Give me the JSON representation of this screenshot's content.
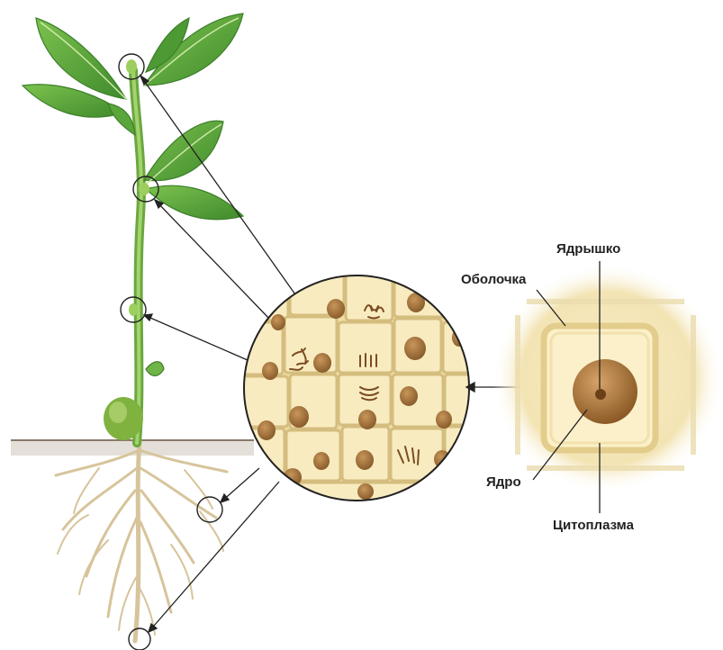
{
  "labels": {
    "nucleolus": "Ядрышко",
    "membrane": "Оболочка",
    "nucleus": "Ядро",
    "cytoplasm": "Цитоплазма"
  },
  "colors": {
    "leaf": "#5fae3e",
    "leaf_dark": "#3d7f2a",
    "stem": "#8cc25a",
    "root": "#d7c49b",
    "cell_fill": "#f5e7b8",
    "cell_wall": "#d9c48a",
    "nucleus": "#a9773e",
    "soil_line": "#8a7a6a",
    "pointer": "#222222"
  }
}
